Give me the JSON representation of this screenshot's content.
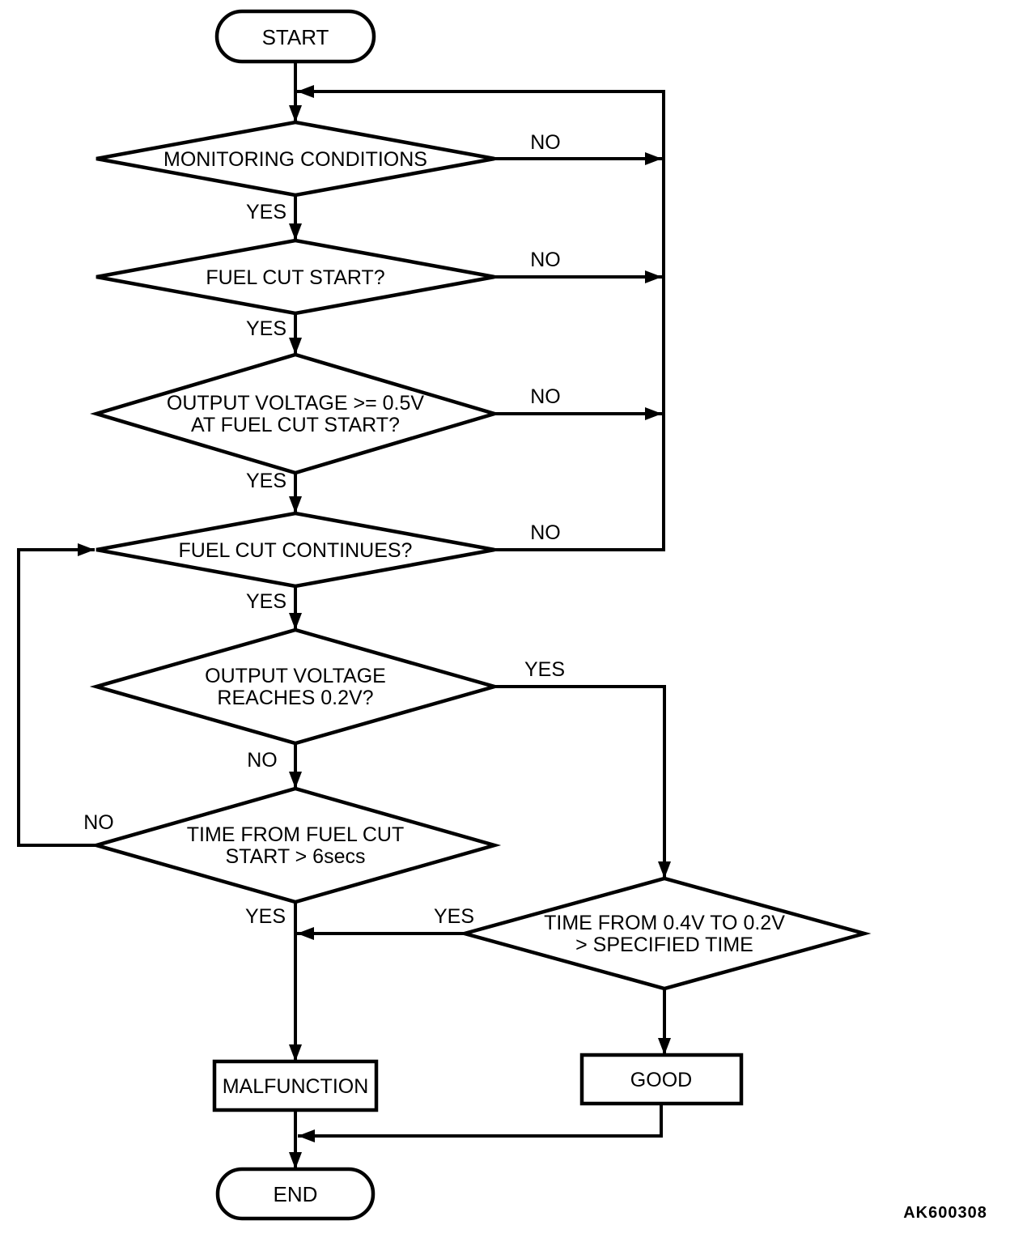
{
  "figure_code": "AK600308",
  "colors": {
    "stroke": "#000000",
    "background": "#ffffff",
    "text": "#000000"
  },
  "nodes": {
    "start": {
      "type": "terminator",
      "label": "START"
    },
    "monitoring_conditions": {
      "type": "decision",
      "line1": "MONITORING CONDITIONS"
    },
    "fuel_cut_start": {
      "type": "decision",
      "line1": "FUEL CUT START?"
    },
    "output_voltage_05": {
      "type": "decision",
      "line1": "OUTPUT VOLTAGE >= 0.5V",
      "line2": "AT FUEL CUT START?"
    },
    "fuel_cut_continues": {
      "type": "decision",
      "line1": "FUEL CUT CONTINUES?"
    },
    "output_voltage_02": {
      "type": "decision",
      "line1": "OUTPUT VOLTAGE",
      "line2": "REACHES 0.2V?"
    },
    "time_from_fuel_cut": {
      "type": "decision",
      "line1": "TIME FROM FUEL CUT",
      "line2": "START > 6secs"
    },
    "time_04_to_02": {
      "type": "decision",
      "line1": "TIME FROM 0.4V TO 0.2V",
      "line2": "> SPECIFIED TIME"
    },
    "malfunction": {
      "type": "process",
      "label": "MALFUNCTION"
    },
    "good": {
      "type": "process",
      "label": "GOOD"
    },
    "end": {
      "type": "terminator",
      "label": "END"
    }
  },
  "edge_labels": {
    "monitoring_no": "NO",
    "monitoring_yes": "YES",
    "fuel_cut_start_no": "NO",
    "fuel_cut_start_yes": "YES",
    "output_05_no": "NO",
    "output_05_yes": "YES",
    "continues_no": "NO",
    "continues_yes": "YES",
    "reaches_02_yes": "YES",
    "reaches_02_no": "NO",
    "time_6secs_no": "NO",
    "time_6secs_yes": "YES",
    "specified_time_yes": "YES"
  },
  "flow": [
    {
      "from": "start",
      "to": "monitoring_conditions",
      "label": ""
    },
    {
      "from": "monitoring_conditions",
      "to": "monitoring_conditions",
      "label": "NO",
      "via": "right-rail-loop"
    },
    {
      "from": "monitoring_conditions",
      "to": "fuel_cut_start",
      "label": "YES"
    },
    {
      "from": "fuel_cut_start",
      "to": "monitoring_conditions",
      "label": "NO",
      "via": "right-rail-loop"
    },
    {
      "from": "fuel_cut_start",
      "to": "output_voltage_05",
      "label": "YES"
    },
    {
      "from": "output_voltage_05",
      "to": "monitoring_conditions",
      "label": "NO",
      "via": "right-rail-loop"
    },
    {
      "from": "output_voltage_05",
      "to": "fuel_cut_continues",
      "label": "YES"
    },
    {
      "from": "fuel_cut_continues",
      "to": "monitoring_conditions",
      "label": "NO",
      "via": "right-rail-loop"
    },
    {
      "from": "fuel_cut_continues",
      "to": "output_voltage_02",
      "label": "YES"
    },
    {
      "from": "output_voltage_02",
      "to": "time_04_to_02",
      "label": "YES"
    },
    {
      "from": "output_voltage_02",
      "to": "time_from_fuel_cut",
      "label": "NO"
    },
    {
      "from": "time_from_fuel_cut",
      "to": "fuel_cut_continues",
      "label": "NO",
      "via": "left-rail-loop"
    },
    {
      "from": "time_from_fuel_cut",
      "to": "malfunction",
      "label": "YES"
    },
    {
      "from": "time_04_to_02",
      "to": "malfunction",
      "label": "YES"
    },
    {
      "from": "time_04_to_02",
      "to": "good",
      "label": ""
    },
    {
      "from": "malfunction",
      "to": "end",
      "label": ""
    },
    {
      "from": "good",
      "to": "end",
      "label": ""
    }
  ]
}
